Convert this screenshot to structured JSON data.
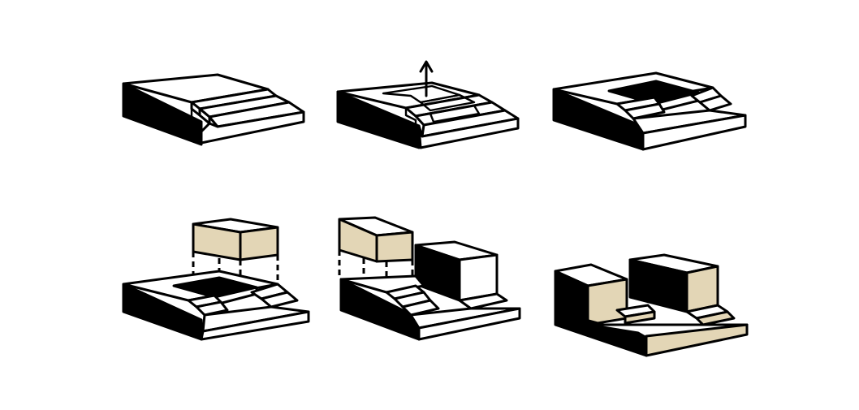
{
  "diagram": {
    "panel_count": 6,
    "panels": [
      {
        "id": "step-1",
        "description_visible": false
      },
      {
        "id": "step-2",
        "description_visible": false
      },
      {
        "id": "step-3",
        "description_visible": false
      },
      {
        "id": "step-4",
        "description_visible": false
      },
      {
        "id": "step-5",
        "description_visible": false
      },
      {
        "id": "step-6",
        "description_visible": false
      }
    ],
    "colors": {
      "outline": "#000000",
      "face_light": "#ffffff",
      "face_dark": "#000000",
      "highlight_beige": "#e3d6b6"
    },
    "icons": [
      "up-arrow-icon"
    ]
  }
}
